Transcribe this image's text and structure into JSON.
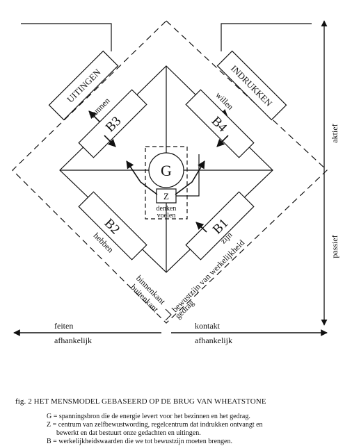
{
  "diagram": {
    "boxes": {
      "uitingen": "UITINGEN",
      "indrukken": "INDRUKKEN",
      "b3": "B3",
      "b4": "B4",
      "b2": "B2",
      "b1": "B1"
    },
    "labels": {
      "kunnen": "kunnen",
      "willen": "willen",
      "hebben": "hebben",
      "zijn": "zijn",
      "g": "G",
      "z": "Z",
      "denken": "denken",
      "voelen": "voelen",
      "binnenkant": "binnenkant",
      "buitenkant": "buitenkant",
      "bewustzijn": "bewustzijn van werkelijkheid",
      "gedrag": "gedrag",
      "aktief": "aktief",
      "passief": "passief",
      "feiten": "feiten",
      "afhankelijk_left": "afhankelijk",
      "kontakt": "kontakt",
      "afhankelijk_right": "afhankelijk"
    }
  },
  "caption": {
    "title": "fig. 2  HET MENSMODEL GEBASEERD OP DE BRUG VAN WHEATSTONE",
    "line_g": "G = spanningsbron die de energie levert voor het bezinnen en het gedrag.",
    "line_z1": "Z = centrum van zelfbewustwording, regelcentrum dat indrukken ontvangt en",
    "line_z2": "bewerkt en dat bestuurt onze gedachten en uitingen.",
    "line_b": "B = werkelijkheidswaarden die we tot bewustzijn moeten brengen."
  }
}
